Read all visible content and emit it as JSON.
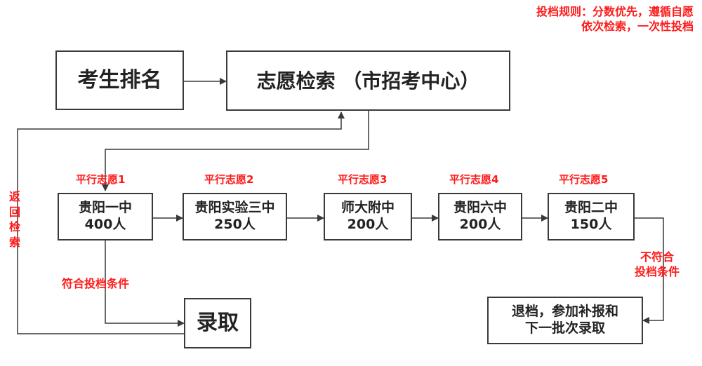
{
  "rule": {
    "line1": "投档规则：分数优先，遵循自愿",
    "line2": "依次检索，一次性投档"
  },
  "nodes": {
    "rank": "考生排名",
    "search": "志愿检索 （市招考中心）",
    "admit": "录取",
    "reject_line1": "退档，参加补报和",
    "reject_line2": "下一批次录取"
  },
  "choices": [
    {
      "label": "平行志愿1",
      "school": "贵阳一中",
      "quota": "400人"
    },
    {
      "label": "平行志愿2",
      "school": "贵阳实验三中",
      "quota": "250人"
    },
    {
      "label": "平行志愿3",
      "school": "师大附中",
      "quota": "200人"
    },
    {
      "label": "平行志愿4",
      "school": "贵阳六中",
      "quota": "200人"
    },
    {
      "label": "平行志愿5",
      "school": "贵阳二中",
      "quota": "150人"
    }
  ],
  "edges": {
    "qualified": "符合投档条件",
    "not_qualified_line1": "不符合",
    "not_qualified_line2": "投档条件",
    "return_chars": [
      "返",
      "回",
      "检",
      "索"
    ]
  },
  "colors": {
    "accent": "#ff1a1a",
    "line": "#3a3a3a"
  }
}
